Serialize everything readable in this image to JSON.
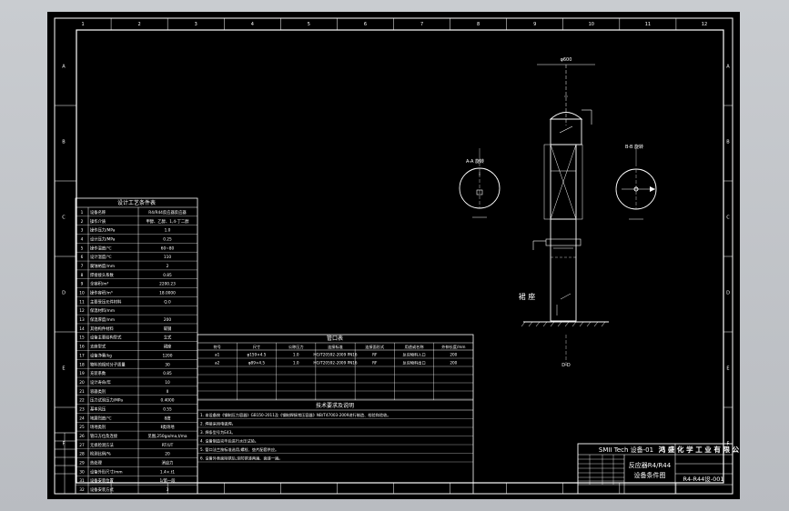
{
  "title_block": {
    "company": "鸿 盛 化 学 工 业 有 限 公 司",
    "file_ref": "SMII Tech 设备-01",
    "drawing_name_line1": "反应器R4/R44",
    "drawing_name_line2": "设备条件图",
    "drawing_no": "R4-R44设-001"
  },
  "process_table": {
    "title": "设计工艺条件表",
    "rows": [
      {
        "no": "1",
        "item": "设备名称",
        "value": "R4/R44反应器反应器"
      },
      {
        "no": "2",
        "item": "操作介质",
        "value": "甲醇、乙醇、1,4-丁二醇"
      },
      {
        "no": "3",
        "item": "操作压力/MPa",
        "value": "1.0"
      },
      {
        "no": "4",
        "item": "设计压力/MPa",
        "value": "0.25"
      },
      {
        "no": "5",
        "item": "操作温度/℃",
        "value": "60~80"
      },
      {
        "no": "6",
        "item": "设计温度/℃",
        "value": "110"
      },
      {
        "no": "7",
        "item": "腐蚀裕度/mm",
        "value": "2"
      },
      {
        "no": "8",
        "item": "焊接接头系数",
        "value": "0.85"
      },
      {
        "no": "9",
        "item": "全容积/m³",
        "value": "2200.23"
      },
      {
        "no": "10",
        "item": "操作容积/m³",
        "value": "18.0000"
      },
      {
        "no": "11",
        "item": "主要受压元件材料",
        "value": "Q.0"
      },
      {
        "no": "12",
        "item": "保温材料/mm",
        "value": ""
      },
      {
        "no": "13",
        "item": "保温厚度/mm",
        "value": "200"
      },
      {
        "no": "14",
        "item": "其他构件材料",
        "value": "碳钢"
      },
      {
        "no": "15",
        "item": "设备主要结构型式",
        "value": "立式"
      },
      {
        "no": "16",
        "item": "支座型式",
        "value": "裙座"
      },
      {
        "no": "17",
        "item": "设备净重/kg",
        "value": "1200"
      },
      {
        "no": "18",
        "item": "物料的相对分子质量",
        "value": "30"
      },
      {
        "no": "19",
        "item": "充装系数",
        "value": "0.85"
      },
      {
        "no": "20",
        "item": "设计寿命/年",
        "value": "10"
      },
      {
        "no": "21",
        "item": "容器类别",
        "value": "Ⅱ"
      },
      {
        "no": "22",
        "item": "压力试验压力/MPa",
        "value": "0.4000"
      },
      {
        "no": "23",
        "item": "基本风压",
        "value": "0.55"
      },
      {
        "no": "24",
        "item": "地震烈度/℃",
        "value": "8度"
      },
      {
        "no": "25",
        "item": "场地类别",
        "value": "Ⅱ类场地"
      },
      {
        "no": "26",
        "item": "管口方位及连接",
        "value": "见图,250ga/ma,t/ma"
      },
      {
        "no": "27",
        "item": "无损检测方法",
        "value": "RT/UT"
      },
      {
        "no": "28",
        "item": "检测比例/%",
        "value": "20"
      },
      {
        "no": "29",
        "item": "热处理",
        "value": "消应力"
      },
      {
        "no": "30",
        "item": "设备外形尺寸/mm",
        "value": "1.4×.t1"
      },
      {
        "no": "31",
        "item": "设备安装位置",
        "value": "1/第一段"
      },
      {
        "no": "32",
        "item": "设备安装方式",
        "value": "3"
      }
    ]
  },
  "nozzle_table": {
    "title": "管口表",
    "headers": [
      "符号",
      "尺寸",
      "公称压力",
      "连接标准",
      "连接面形式",
      "用途或名称",
      "外伸长度/mm"
    ],
    "rows": [
      [
        "a1",
        "φ159×4.5",
        "1.0",
        "HG/T20592-2009 PN16",
        "RF",
        "反应物料入口",
        "200"
      ],
      [
        "a2",
        "φ89×4.5",
        "1.0",
        "HG/T20592-2009 PN16",
        "RF",
        "反应物料出口",
        "200"
      ]
    ]
  },
  "notes": {
    "title": "技术要求及说明",
    "lines": [
      "1. 本设备按《钢制压力容器》GB150-2011及《钢制焊接常压容器》NB/T47003-2009进行制造、检验和验收。",
      "2. 焊接采用电弧焊。",
      "3. 焊条型号为E43。",
      "4. 设备制造完毕后进行水压试验。",
      "5. 管口法兰按标准选用,螺栓、垫片配套供应。",
      "6. 设备外表面除锈后,涂防锈漆两遍、面漆一遍。"
    ]
  },
  "views": {
    "view_a": "A-A 旋转",
    "view_b": "B-B 旋转",
    "skirt_label": "裙 座",
    "dim_top": "φ600",
    "dim_bottom": "D-D"
  },
  "border": {
    "col_labels": [
      "1",
      "2",
      "3",
      "4",
      "5",
      "6",
      "7",
      "8",
      "9",
      "10",
      "11",
      "12"
    ],
    "row_labels": [
      "A",
      "B",
      "C",
      "D",
      "E",
      "F"
    ]
  }
}
